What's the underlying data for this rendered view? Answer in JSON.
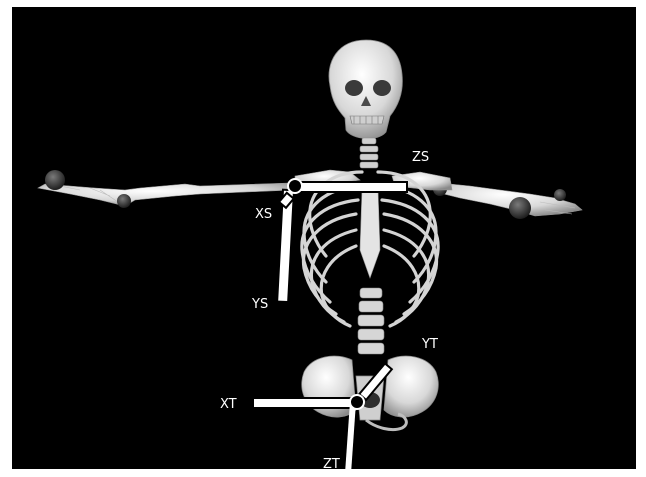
{
  "scene": {
    "background_color": "#000000",
    "bone_color": "#e6e6e6",
    "marker_color": "#3c3c3c",
    "axis_bar_color": "#ffffff"
  },
  "labels": {
    "zs": "ZS",
    "xs": "XS",
    "ys": "YS",
    "yt": "YT",
    "xt": "XT",
    "zt": "ZT"
  }
}
